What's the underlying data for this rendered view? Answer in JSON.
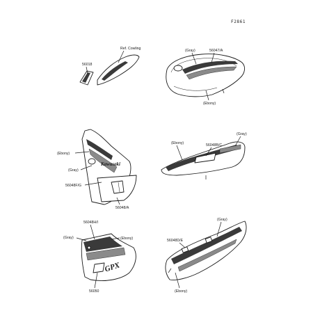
{
  "ref_code": "F2861",
  "groups": {
    "top_left": {
      "ref_cowling": "Ref. Cowling",
      "part_56018": "56018"
    },
    "top_right": {
      "gray": "(Gray)",
      "part_56047": "56047/A",
      "ebony": "(Ebony)"
    },
    "mid_left": {
      "ebony": "(Ebony)",
      "gray": "(Gray)",
      "part_56048fg": "56048F/G",
      "part_56048a": "56048/A",
      "decal_text": "Kawasaki"
    },
    "mid_right": {
      "ebony": "(Ebony)",
      "part_56048bc": "56048B/C",
      "gray": "(Gray)"
    },
    "bottom_left": {
      "part_56048hi": "56048H/I",
      "gray": "(Gray)",
      "ebony": "(Ebony)",
      "part_56050": "56050",
      "decal_text": "GPX"
    },
    "bottom_right": {
      "gray": "(Gray)",
      "part_56048de": "56048D/E",
      "ebony": "(Ebony)"
    }
  }
}
